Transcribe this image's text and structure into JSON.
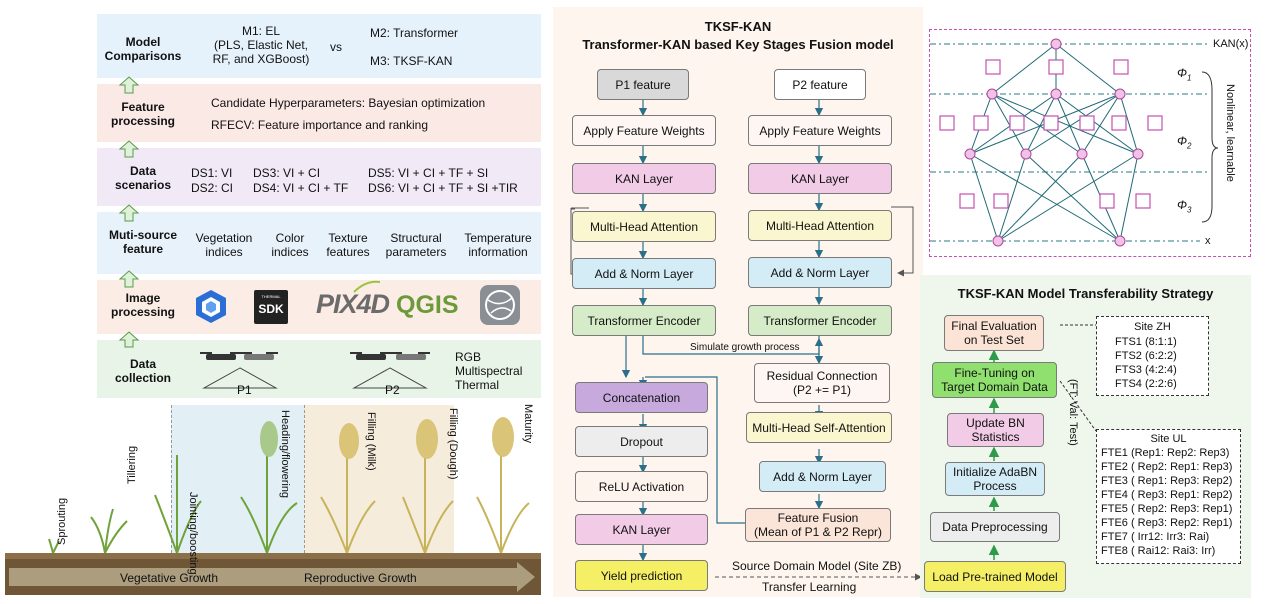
{
  "left": {
    "bands": [
      {
        "label": "Model\nComparisons"
      },
      {
        "label": "Feature\nprocessing"
      },
      {
        "label": "Data\nscenarios"
      },
      {
        "label": "Muti-source\nfeature"
      },
      {
        "label": "Image\nprocessing"
      },
      {
        "label": "Data\ncollection"
      }
    ],
    "model": {
      "m1": "M1: EL\n(PLS, Elastic Net,\nRF, and XGBoost)",
      "vs": "vs",
      "m2": "M2: Transformer",
      "m3": "M3: TKSF-KAN"
    },
    "feature": {
      "line1": "Candidate Hyperparameters: Bayesian optimization",
      "line2": "RFECV: Feature importance and ranking"
    },
    "scenarios": [
      "DS1: VI",
      "DS2: CI",
      "DS3: VI + CI",
      "DS4: VI + CI + TF",
      "DS5: VI + CI + TF + SI",
      "DS6: VI + CI + TF + SI +TIR"
    ],
    "features": [
      "Vegetation\nindices",
      "Color\nindices",
      "Texture\nfeatures",
      "Structural\nparameters",
      "Temperature\ninformation"
    ],
    "logos": {
      "sdk_top": "THERMAL",
      "sdk": "SDK",
      "pix4d": "PIX4D",
      "qgis": "QGIS"
    },
    "collection": {
      "sensors": "RGB\nMultispectral\nThermal",
      "p1": "P1",
      "p2": "P2"
    },
    "stages": [
      "Sprouting",
      "Tillering",
      "Jointing/boosting",
      "Heading/flowering",
      "Filling (Milk)",
      "Filling (Dough)",
      "Maturity"
    ],
    "growth": {
      "veg": "Vegetative Growth",
      "rep": "Reproductive Growth"
    }
  },
  "center": {
    "title1": "TKSF-KAN",
    "title2": "Transformer-KAN based Key Stages Fusion model",
    "p1": [
      "P1 feature",
      "Apply Feature Weights",
      "KAN Layer",
      "Multi-Head Attention",
      "Add & Norm Layer",
      "Transformer Encoder"
    ],
    "p2": [
      "P2 feature",
      "Apply Feature Weights",
      "KAN Layer",
      "Multi-Head Attention",
      "Add & Norm Layer",
      "Transformer Encoder"
    ],
    "simulate": "Simulate growth process",
    "fusion": [
      "Residual Connection\n(P2 += P1)",
      "Multi-Head Self-Attention",
      "Add & Norm Layer",
      "Feature Fusion\n(Mean of P1 & P2 Repr)"
    ],
    "head": [
      "Concatenation",
      "Dropout",
      "ReLU Activation",
      "KAN Layer",
      "Yield prediction"
    ],
    "source": "Source Domain Model (Site ZB)",
    "transfer": "Transfer Learning"
  },
  "kan": {
    "top": "KAN(x)",
    "bottom": "x",
    "phi1": "Φ",
    "phi1_sub": "1",
    "phi2": "Φ",
    "phi2_sub": "2",
    "phi3": "Φ",
    "phi3_sub": "3",
    "side": "Nonlinear, learnable"
  },
  "transfer": {
    "title": "TKSF-KAN Model Transferability Strategy",
    "steps": [
      "Final Evaluation\non Test Set",
      "Fine-Tuning on\nTarget Domain Data",
      "Update BN\nStatistics",
      "Initialize AdaBN\nProcess",
      "Data Preprocessing",
      "Load Pre-trained Model"
    ],
    "ft": "(FT: Val: Test)",
    "zh": {
      "title": "Site ZH",
      "items": [
        "FTS1 (8:1:1)",
        "FTS2 (6:2:2)",
        "FTS3 (4:2:4)",
        "FTS4 (2:2:6)"
      ]
    },
    "ul": {
      "title": "Site UL",
      "items": [
        "FTE1 (Rep1: Rep2: Rep3)",
        "FTE2 ( Rep2: Rep1: Rep3)",
        "FTE3 ( Rep1: Rep3: Rep2)",
        "FTE4 ( Rep3: Rep1: Rep2)",
        "FTE5 ( Rep2: Rep3: Rep1)",
        "FTE6 ( Rep3: Rep2: Rep1)",
        "FTE7 ( Irr12: Irr3: Rai)",
        "FTE8 ( Rai12: Rai3: Irr)"
      ]
    }
  },
  "colors": {
    "band1": "#e8f3fb",
    "band2": "#fbeae8",
    "band3": "#f1eaf6",
    "band4": "#e9f3fb",
    "band5": "#fbeee6",
    "band6": "#eaf5ea",
    "center_bg": "#fdf6ef",
    "right_bg": "#f0f7ee"
  }
}
